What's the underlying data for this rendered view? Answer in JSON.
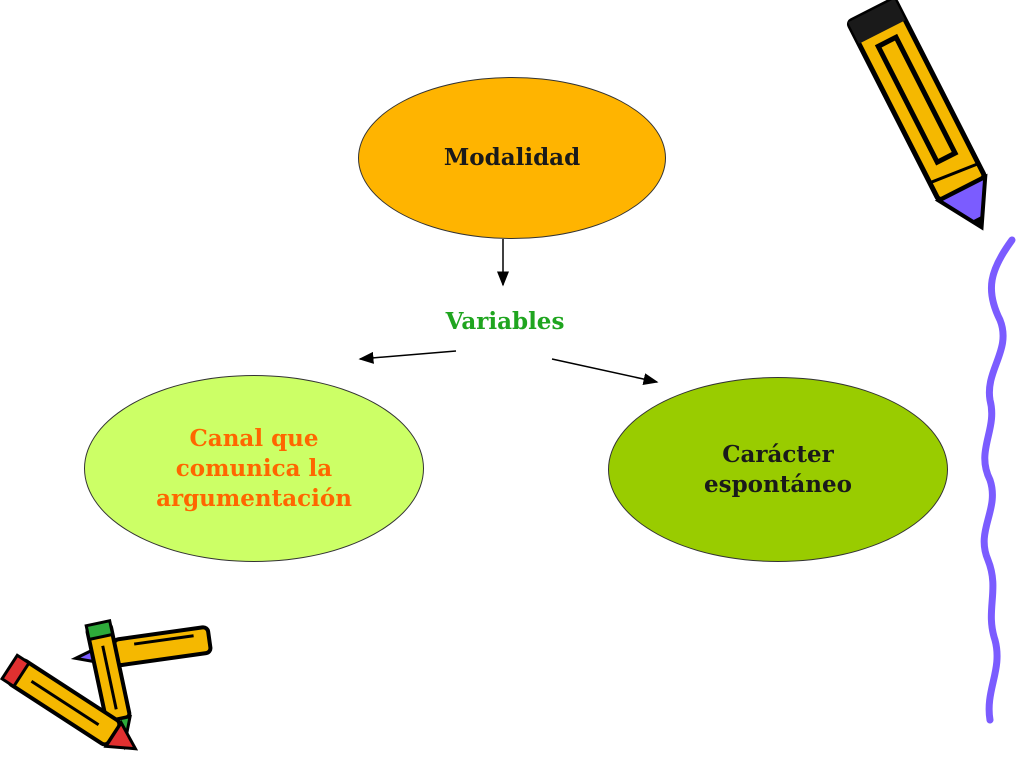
{
  "diagram": {
    "root": {
      "label": "Modalidad",
      "fill": "#FFB400",
      "text_color": "#1a1a1a"
    },
    "connector": {
      "label": "Variables",
      "color": "#1FA51F"
    },
    "children": [
      {
        "label": "Canal que\ncomunica la\nargumentación",
        "fill": "#CCFF66",
        "text_color": "#FF6600"
      },
      {
        "label": "Carácter\nespontáneo",
        "fill": "#99CC00",
        "text_color": "#1a1a1a"
      }
    ]
  },
  "decorations": {
    "pencil_body_color": "#F5B800",
    "pencil_tip_color": "#7B5CFF",
    "border_wave_color": "#7B5CFF",
    "icons": [
      "pencil-icon",
      "crossed-pencils-icon",
      "wavy-border"
    ]
  }
}
